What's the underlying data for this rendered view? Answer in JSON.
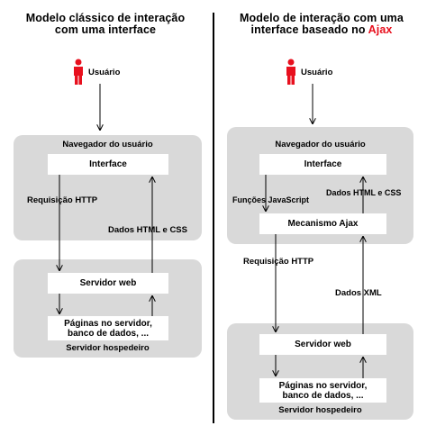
{
  "left": {
    "title_line1": "Modelo clássico de interação",
    "title_line2": "com uma interface",
    "user_label": "Usuário",
    "browser_caption": "Navegador do usuário",
    "interface_label": "Interface",
    "request_label": "Requisição HTTP",
    "response_label": "Dados HTML e CSS",
    "webserver_label": "Servidor web",
    "pages_line1": "Páginas no servidor,",
    "pages_line2": "banco de dados, ...",
    "host_caption": "Servidor hospedeiro"
  },
  "right": {
    "title_line1": "Modelo de interação com uma",
    "title_line2_prefix": "interface baseado no ",
    "title_line2_highlight": "Ajax",
    "user_label": "Usuário",
    "browser_caption": "Navegador do usuário",
    "interface_label": "Interface",
    "js_label": "Funções JavaScript",
    "html_css_label": "Dados HTML e CSS",
    "ajax_engine_label": "Mecanismo Ajax",
    "request_label": "Requisição HTTP",
    "xml_label": "Dados XML",
    "webserver_label": "Servidor web",
    "pages_line1": "Páginas no servidor,",
    "pages_line2": "banco de dados, ...",
    "host_caption": "Servidor hospedeiro"
  },
  "colors": {
    "panel_gray": "#d9d9d9",
    "user_red": "#e8101e",
    "ajax_red": "#e8101e",
    "divider": "#000000"
  }
}
